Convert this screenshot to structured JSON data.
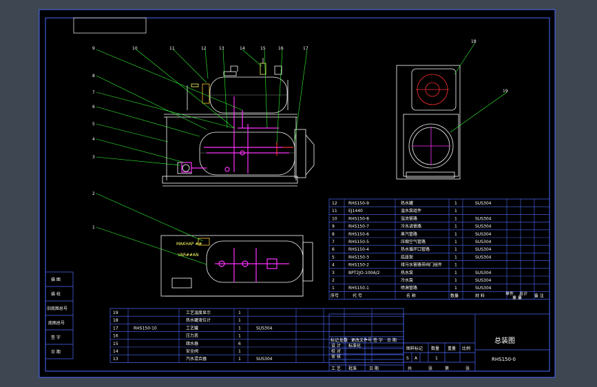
{
  "colors": {
    "background": "#3d4651",
    "sheet": "#000000",
    "border": "#4d6bff",
    "lines": "#ffffff",
    "leader": "#33ff33",
    "pipe": "#ff33ff",
    "red": "#ff3030",
    "text_yellow": "#ffff66"
  },
  "balloons": [
    "1",
    "2",
    "3",
    "4",
    "5",
    "6",
    "7",
    "8",
    "9",
    "10",
    "11",
    "12",
    "13",
    "14",
    "15",
    "16",
    "17",
    "18",
    "19"
  ],
  "plan_labels": [
    "MAKHAP ##",
    "VAR##AN"
  ],
  "parts": [
    {
      "no": "12",
      "code": "RHS150-9",
      "name": "热水罐",
      "qty": "1",
      "mat": "SUS304"
    },
    {
      "no": "11",
      "code": "EJ1440",
      "name": "温水泵组件",
      "qty": "1",
      "mat": ""
    },
    {
      "no": "10",
      "code": "RHS150-8",
      "name": "溢流管路",
      "qty": "1",
      "mat": "SUS304"
    },
    {
      "no": "9",
      "code": "RHS150-7",
      "name": "冷水进管路",
      "qty": "1",
      "mat": "SUS304"
    },
    {
      "no": "8",
      "code": "RHS150-6",
      "name": "蒸汽管路",
      "qty": "1",
      "mat": "SUS304"
    },
    {
      "no": "7",
      "code": "RHS150-5",
      "name": "压缩空气管路",
      "qty": "1",
      "mat": "SUS304"
    },
    {
      "no": "6",
      "code": "RHS150-4",
      "name": "热水循环口管路",
      "qty": "1",
      "mat": "SUS304"
    },
    {
      "no": "5",
      "code": "RHS150-3",
      "name": "底座架",
      "qty": "1",
      "mat": "SUS304"
    },
    {
      "no": "4",
      "code": "RHS150-2",
      "name": "排污水管路带阀门组件",
      "qty": "1",
      "mat": ""
    },
    {
      "no": "3",
      "code": "BPT2JO-100A/2",
      "name": "热水泵",
      "qty": "1",
      "mat": "SUS304"
    },
    {
      "no": "2",
      "code": "",
      "name": "冷水泵",
      "qty": "1",
      "mat": "SUS304"
    },
    {
      "no": "1",
      "code": "RHS150-1",
      "name": "喷淋管路",
      "qty": "1",
      "mat": "SUS304"
    }
  ],
  "parts_header": {
    "no": "序号",
    "code": "代    号",
    "name": "名      称",
    "qty": "数量",
    "mat": "材    料",
    "unit": "单件",
    "total": "总计",
    "weight": "重 量",
    "remark": "备 注"
  },
  "lower_parts": [
    {
      "no": "19",
      "code": "",
      "name": "工艺温度显示",
      "qty": "1",
      "mat": ""
    },
    {
      "no": "18",
      "code": "",
      "name": "热水罐液位计",
      "qty": "1",
      "mat": ""
    },
    {
      "no": "17",
      "code": "RHS150-10",
      "name": "工艺罐",
      "qty": "1",
      "mat": "SUS304"
    },
    {
      "no": "16",
      "code": "",
      "name": "压力表",
      "qty": "1",
      "mat": ""
    },
    {
      "no": "15",
      "code": "",
      "name": "疏水器",
      "qty": "6",
      "mat": ""
    },
    {
      "no": "14",
      "code": "",
      "name": "安全阀",
      "qty": "1",
      "mat": ""
    },
    {
      "no": "13",
      "code": "",
      "name": "汽水混合器",
      "qty": "1",
      "mat": "SUS304"
    }
  ],
  "side_labels": [
    "描 图",
    "描 校",
    "旧底图总号",
    "底图总号",
    "签 字",
    "日 期"
  ],
  "title_block": {
    "title": "总装图",
    "drawing_no": "RHS150-0",
    "stage_mark": "图样标记",
    "qty": "数量",
    "weight": "重量",
    "scale": "比例",
    "mark_s": "S",
    "mark_a": "A",
    "qty_val": "1",
    "scale_val": "",
    "sheets_total": "共",
    "sheets_word": "张",
    "sheet_no": "第",
    "mark_cols": [
      "标记",
      "处数",
      "更改文件号",
      "签 字",
      "日 期"
    ],
    "roles": [
      "设 计",
      "校 对",
      "审 核",
      "工 艺"
    ],
    "std": "标准化",
    "approve": "批准",
    "date": "日 期"
  }
}
